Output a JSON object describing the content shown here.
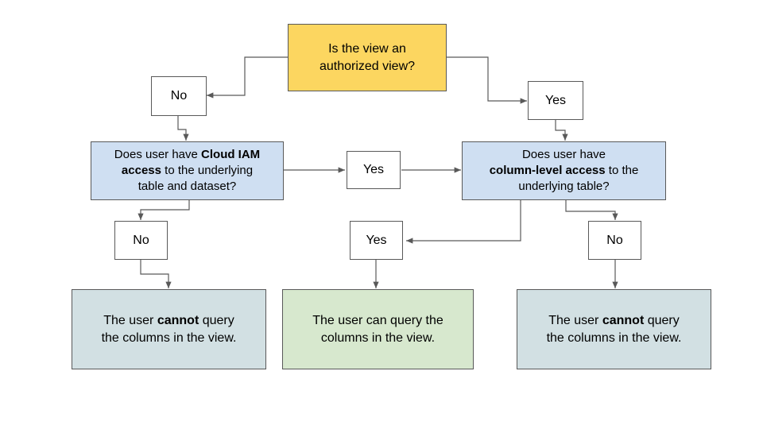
{
  "diagram": {
    "title": "BigQuery authorized view and column-level access decision flow",
    "background_color": "#FFFFFF",
    "line_color": "#595959",
    "colors": {
      "start_yellow": "#FCD660",
      "decision_blue": "#CFDFF2",
      "result_gray_blue": "#D2E0E3",
      "result_green": "#D7E8CE",
      "branch_white": "#FFFFFF",
      "border": "#595959",
      "text": "#000000"
    },
    "nodes": {
      "start_question": {
        "line1": "Is the view an",
        "line2": "authorized view?"
      },
      "branch_no_top": {
        "label": "No"
      },
      "branch_yes_top": {
        "label": "Yes"
      },
      "iam_question": {
        "line1_pre": "Does user have ",
        "line1_bold": "Cloud IAM",
        "line2_bold": "access",
        "line2_post": " to the underlying",
        "line3": "table and dataset?"
      },
      "branch_yes_middle": {
        "label": "Yes"
      },
      "column_question": {
        "line1": "Does user have",
        "line2_bold": "column-level access",
        "line2_post": " to the",
        "line3": "underlying table?"
      },
      "branch_no_left": {
        "label": "No"
      },
      "branch_yes_bottom": {
        "label": "Yes"
      },
      "branch_no_right": {
        "label": "No"
      },
      "result_cannot_left": {
        "line1_pre": "The user ",
        "line1_bold": "cannot",
        "line1_post": " query",
        "line2": "the columns in the view."
      },
      "result_can_middle": {
        "line1": "The user can query the",
        "line2": "columns in the view."
      },
      "result_cannot_right": {
        "line1_pre": "The user ",
        "line1_bold": "cannot",
        "line1_post": " query",
        "line2": "the columns in the view."
      }
    }
  }
}
